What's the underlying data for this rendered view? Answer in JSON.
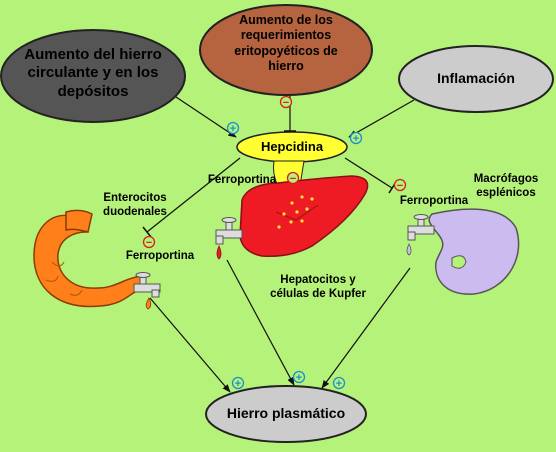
{
  "nodes": {
    "iron_stores": "Aumento del hierro circulante y en los depósitos",
    "erythropoietic": "Aumento de los requerimientos eritopoyéticos de hierro",
    "inflammation": "Inflamación",
    "hepcidin": "Hepcidina",
    "plasma_iron": "Hierro plasmático"
  },
  "labels": {
    "enterocytes": "Enterocitos duodenales",
    "ferroportin_center": "Ferroportina",
    "ferroportin_left": "Ferroportina",
    "ferroportin_right": "Ferroportina",
    "hepatocytes": "Hepatocitos y células de Kupfer",
    "macrophages": "Macrófagos esplénicos"
  },
  "signs": {
    "plus": "+",
    "minus": "−"
  },
  "colors": {
    "background": "#b5f27a",
    "iron_stores_node": "#555555",
    "erythropoietic_node": "#b5643f",
    "inflammation_node": "#cccccc",
    "hepcidin_node": "#ffff33",
    "plasma_iron_node": "#cccccc",
    "liver": "#ee1a24",
    "intestine": "#ff7f1a",
    "spleen": "#ccbbee",
    "plus_sign": "#1a8fd0",
    "minus_sign": "#d62020"
  }
}
